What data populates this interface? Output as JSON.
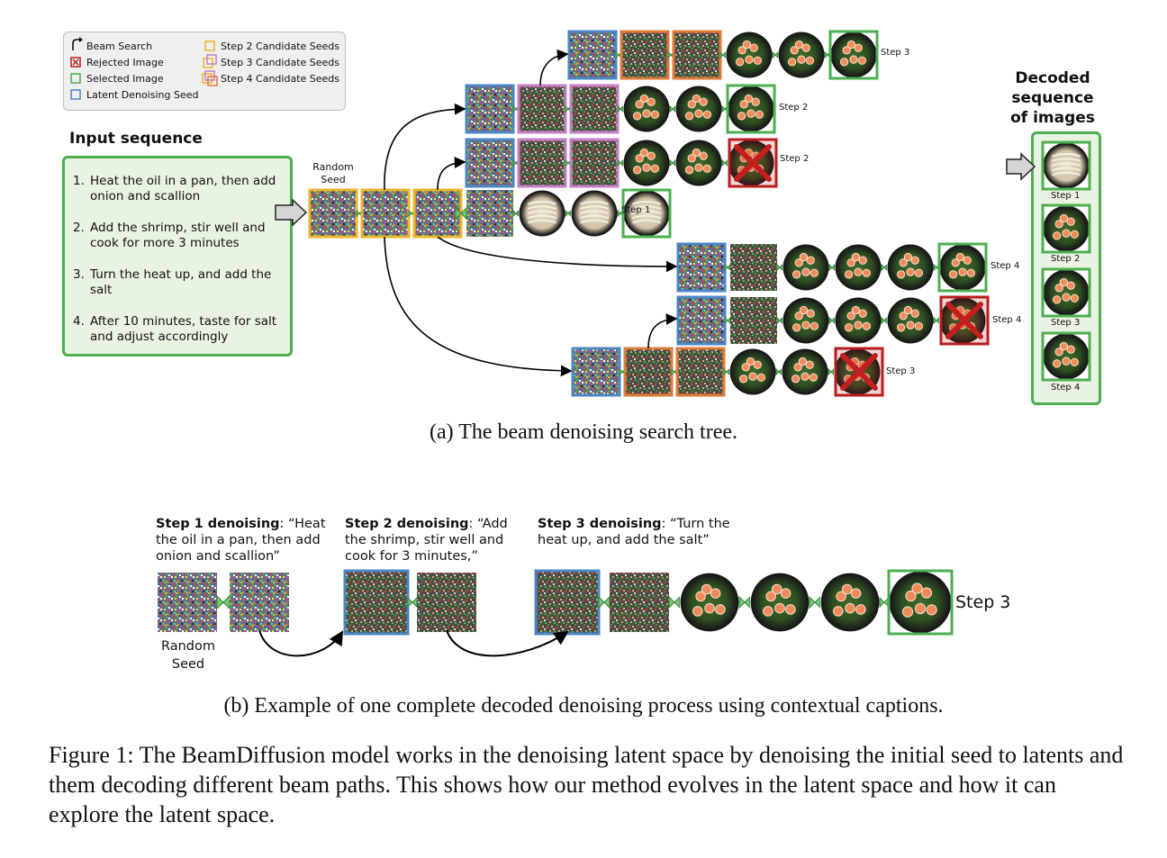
{
  "legend": {
    "beam_search": "Beam Search",
    "rejected_image": "Rejected Image",
    "selected_image": "Selected Image",
    "latent_denoising_seed": "Latent Denoising Seed",
    "step2_candidates": "Step 2 Candidate Seeds",
    "step3_candidates": "Step 3 Candidate Seeds",
    "step4_candidates": "Step 4 Candidate Seeds"
  },
  "colors": {
    "seed_blue": "#4a86c8",
    "step2_orange": "#f0b429",
    "step3_pink": "#c77dcb",
    "step4_orange": "#e07b39",
    "selected_green": "#4caf50",
    "rejected_red": "#b81c1c"
  },
  "input": {
    "title": "Input sequence",
    "steps": [
      {
        "num": "1.",
        "text": "Heat the oil in a pan, then add onion and scallion"
      },
      {
        "num": "2.",
        "text": "Add the shrimp, stir well and cook for more 3 minutes"
      },
      {
        "num": "3.",
        "text": "Turn the heat up, and add the salt"
      },
      {
        "num": "4.",
        "text": "After 10 minutes, taste for salt and adjust accordingly"
      }
    ]
  },
  "tree": {
    "random_seed": "Random\nSeed",
    "row_labels": [
      "Step 3",
      "Step 2",
      "Step 2",
      "Step 1",
      "Step 4",
      "Step 4",
      "Step 3"
    ]
  },
  "decoded": {
    "title": "Decoded sequence of images",
    "labels": [
      "Step 1",
      "Step 2",
      "Step 3",
      "Step 4"
    ]
  },
  "captions": {
    "a": "(a) The beam denoising search tree.",
    "b": "(b) Example of one complete decoded denoising process using contextual captions.",
    "figure": "Figure 1: The BeamDiffusion model works in the denoising latent space by denoising the initial seed to latents and them decoding different beam paths. This shows how our method evolves in the latent space and how it can explore the latent space."
  },
  "example": {
    "step1_bold": "Step 1 denoising",
    "step1_text": ": “Heat the oil in a pan, then add onion and scallion”",
    "step2_bold": "Step 2 denoising",
    "step2_text": ": “Add the shrimp, stir well and cook for 3 minutes,”",
    "step3_bold": "Step 3 denoising",
    "step3_text": ": “Turn the heat up, and add the salt”",
    "random_seed_line1": "Random",
    "random_seed_line2": "Seed",
    "step3_label": "Step 3"
  }
}
